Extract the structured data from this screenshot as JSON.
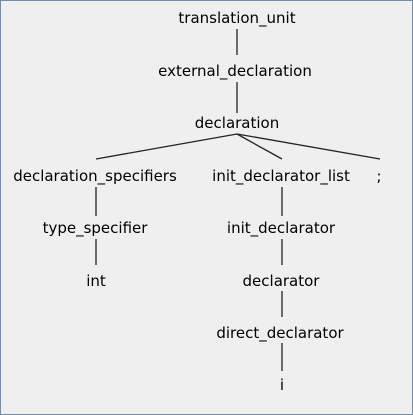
{
  "tree": {
    "nodes": [
      {
        "id": "n0",
        "label": "translation_unit"
      },
      {
        "id": "n1",
        "label": "external_declaration"
      },
      {
        "id": "n2",
        "label": "declaration"
      },
      {
        "id": "n3",
        "label": "declaration_specifiers"
      },
      {
        "id": "n4",
        "label": "init_declarator_list"
      },
      {
        "id": "n5",
        "label": ";"
      },
      {
        "id": "n6",
        "label": "type_specifier"
      },
      {
        "id": "n7",
        "label": "int"
      },
      {
        "id": "n8",
        "label": "init_declarator"
      },
      {
        "id": "n9",
        "label": "declarator"
      },
      {
        "id": "n10",
        "label": "direct_declarator"
      },
      {
        "id": "n11",
        "label": "i"
      }
    ],
    "edges": [
      [
        "n0",
        "n1"
      ],
      [
        "n1",
        "n2"
      ],
      [
        "n2",
        "n3"
      ],
      [
        "n2",
        "n4"
      ],
      [
        "n2",
        "n5"
      ],
      [
        "n3",
        "n6"
      ],
      [
        "n6",
        "n7"
      ],
      [
        "n4",
        "n8"
      ],
      [
        "n8",
        "n9"
      ],
      [
        "n9",
        "n10"
      ],
      [
        "n10",
        "n11"
      ]
    ]
  }
}
